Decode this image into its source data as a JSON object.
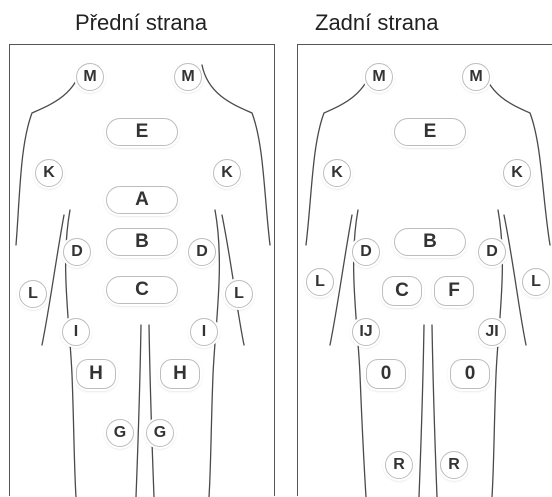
{
  "titles": {
    "front": "Přední strana",
    "back": "Zadní strana"
  },
  "front_markers": [
    "M",
    "M",
    "E",
    "K",
    "K",
    "A",
    "B",
    "D",
    "D",
    "L",
    "L",
    "C",
    "I",
    "I",
    "H",
    "H",
    "G",
    "G"
  ],
  "back_markers": [
    "M",
    "M",
    "E",
    "K",
    "K",
    "B",
    "D",
    "D",
    "L",
    "L",
    "C",
    "F",
    "IJ",
    "JI",
    "0",
    "0",
    "R",
    "R"
  ]
}
